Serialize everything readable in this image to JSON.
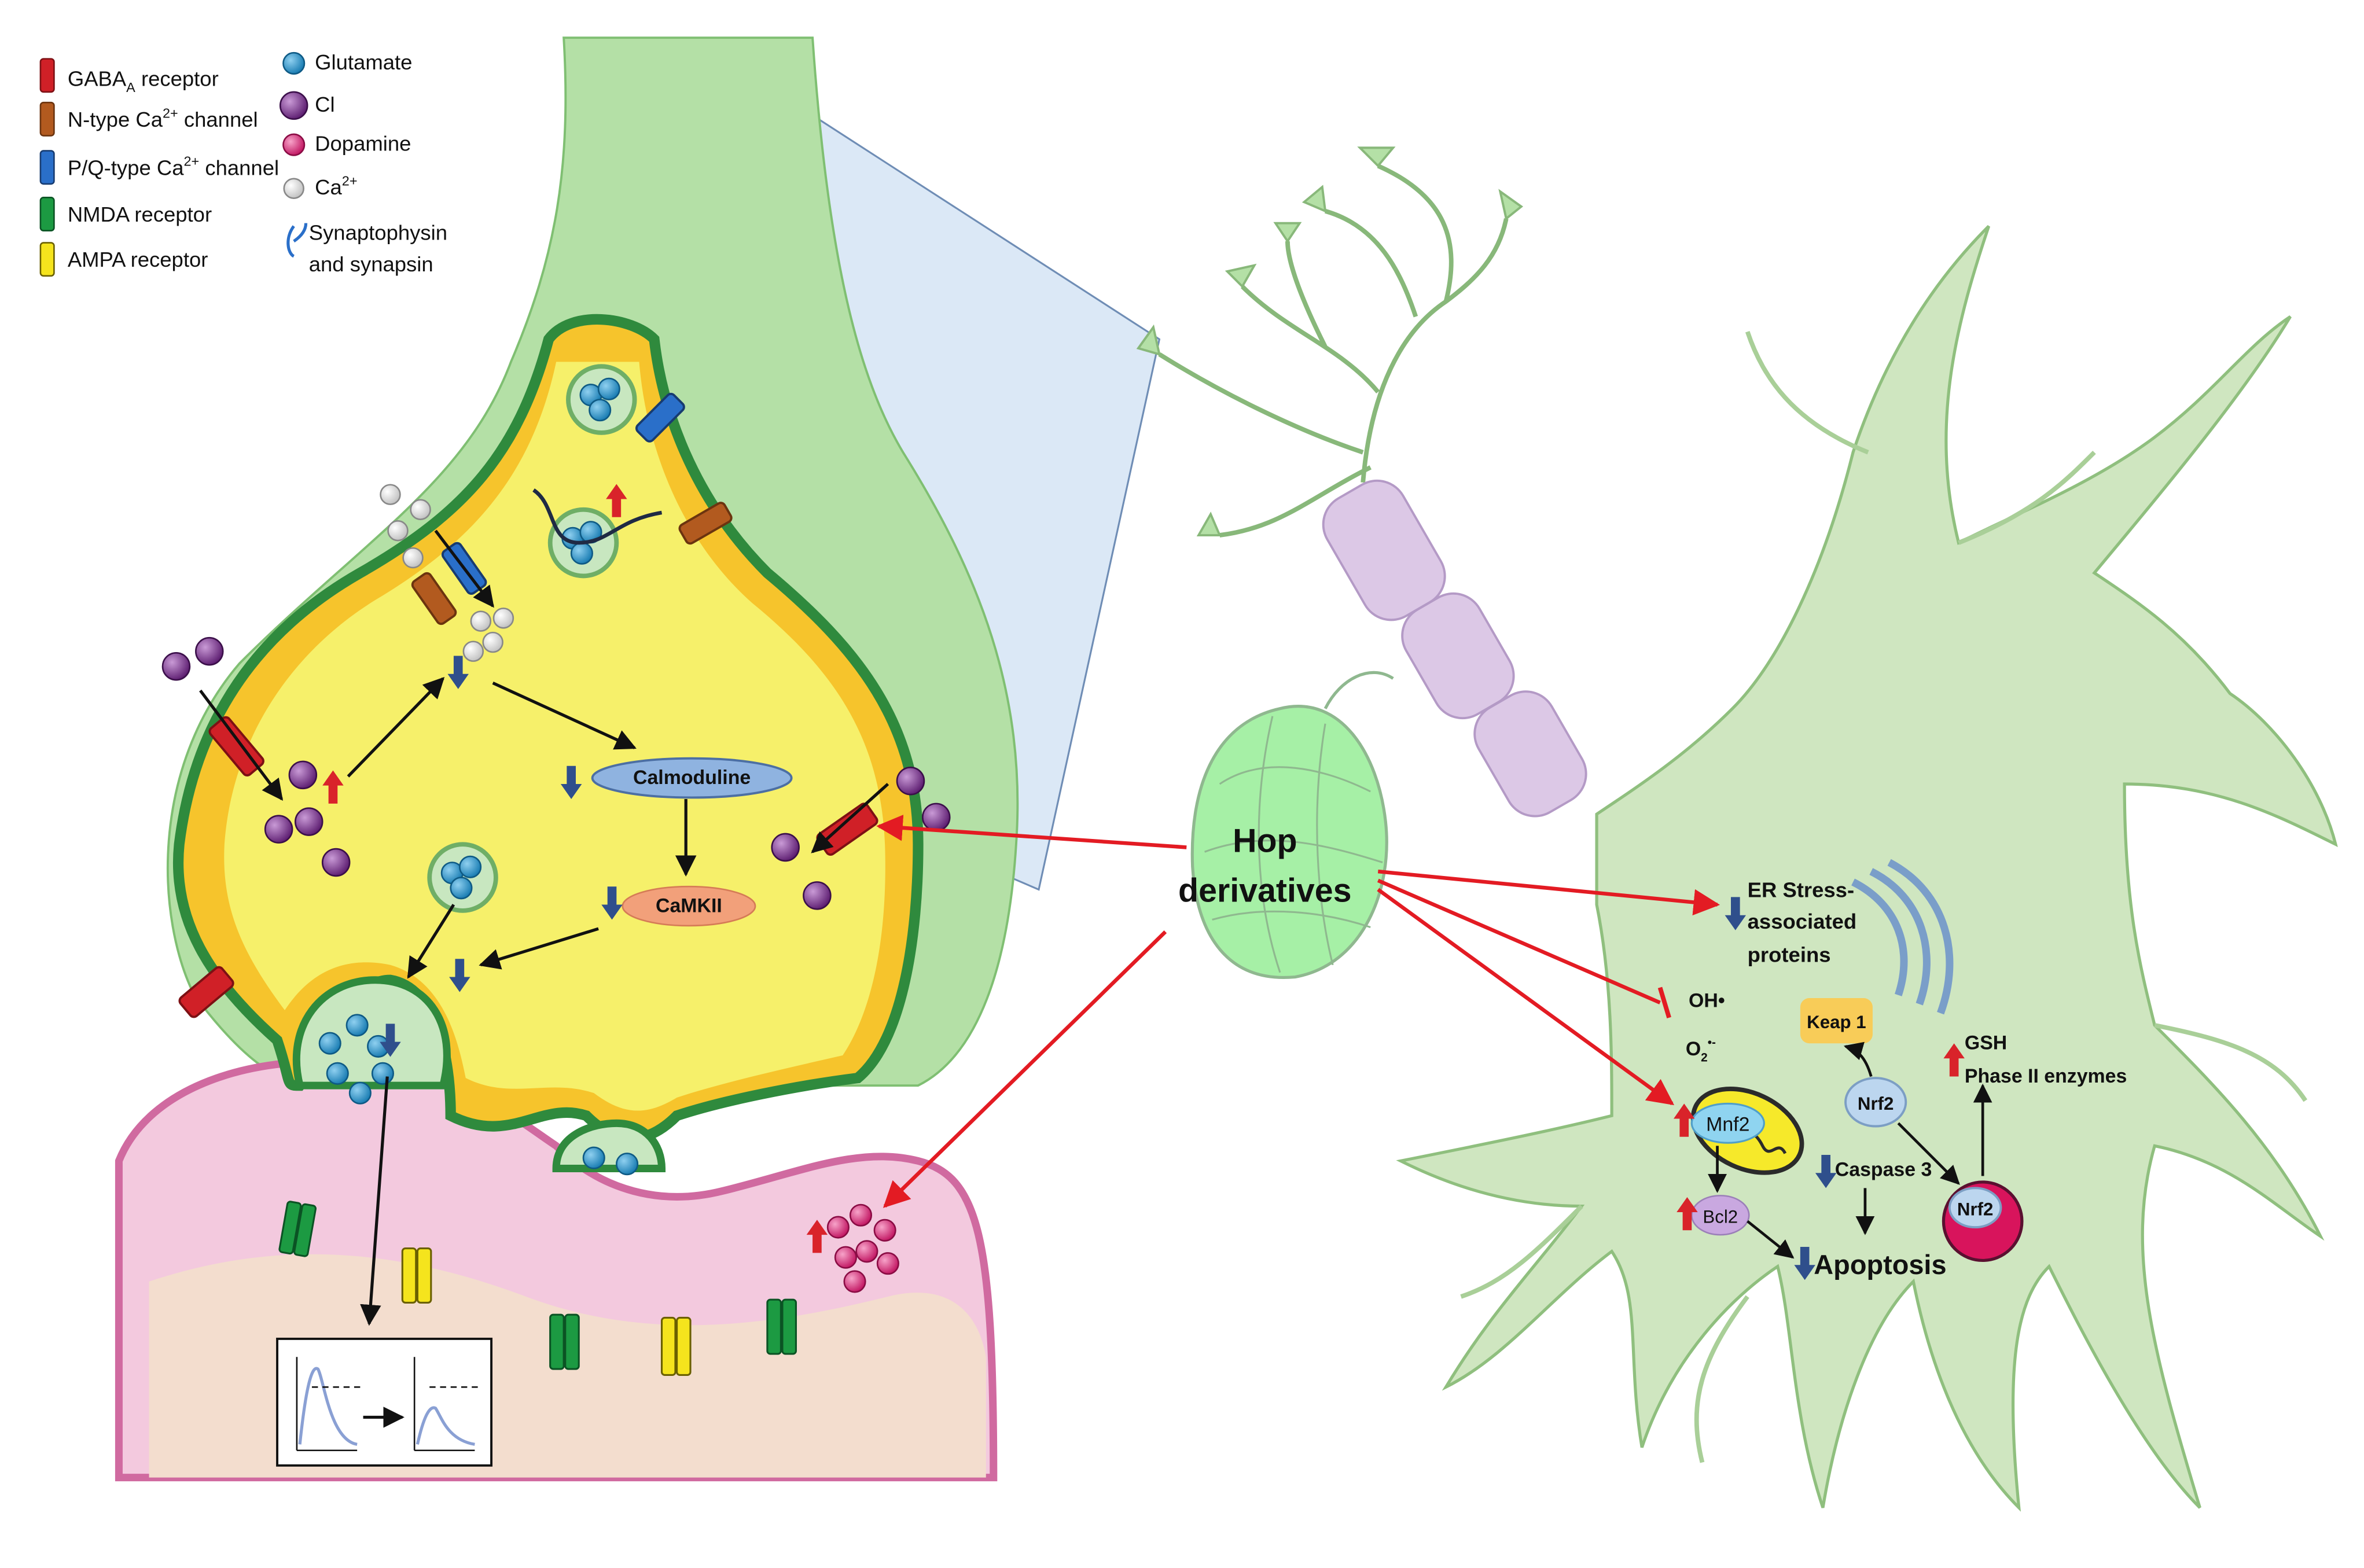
{
  "legend": {
    "gabaa": {
      "label": "GABA",
      "sub": "A",
      "suffix": " receptor"
    },
    "ntype": {
      "label": "N-type Ca",
      "sup": "2+",
      "suffix": " channel"
    },
    "pq": {
      "label": "P/Q-type Ca",
      "sup": "2+",
      "suffix": " channel"
    },
    "nmda": {
      "label": "NMDA receptor"
    },
    "ampa": {
      "label": "AMPA receptor"
    },
    "glutamate": {
      "label": "Glutamate"
    },
    "cl": {
      "label": "Cl"
    },
    "dopamine": {
      "label": "Dopamine"
    },
    "ca": {
      "label": "Ca",
      "sup": "2+"
    },
    "syn1": {
      "label": "Synaptophysin"
    },
    "syn2": {
      "label": "and synapsin"
    }
  },
  "synapse": {
    "calmoduline": "Calmoduline",
    "camkii": "CaMKII"
  },
  "hop": {
    "line1": "Hop",
    "line2": "derivatives"
  },
  "neuron": {
    "er1": "ER Stress-",
    "er2": "associated",
    "er3": "proteins",
    "oh": "OH•",
    "o2": "O",
    "o2sub": "2",
    "o2sup": "•-",
    "keap1": "Keap 1",
    "nrf2a": "Nrf2",
    "nrf2b": "Nrf2",
    "gsh": "GSH",
    "phase2": "Phase II enzymes",
    "mnf2": "Mnf2",
    "bcl2": "Bcl2",
    "caspase": "Caspase 3",
    "apoptosis": "Apoptosis"
  },
  "colors": {
    "outer_green": "#b4e0a6",
    "membrane_dark": "#2f8a3d",
    "terminal_yellow": "#f6f06a",
    "terminal_orange": "#f6c42c",
    "post_pink": "#f3c9de",
    "post_beige": "#f3ddce",
    "neuron_green": "#cfe6c0",
    "axon_purple": "#dcc8e6",
    "sheath_blue": "#dbe8f6",
    "red_arrow": "#e31b23",
    "down_arrow": "#2f4f8c",
    "up_arrow": "#d9232a"
  }
}
